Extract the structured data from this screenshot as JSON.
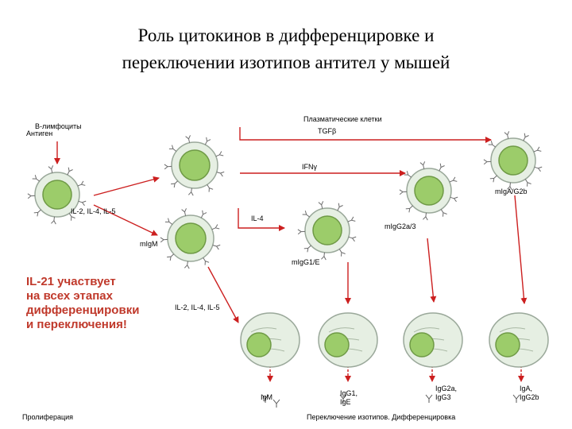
{
  "title": {
    "line1": "Роль цитокинов в дифференцировке и",
    "line2": "переключении изотипов антител у мышей"
  },
  "labels": {
    "b_cells": "В-лимфоциты",
    "antigen": "Антиген",
    "plasma_cells": "Плазматические клетки",
    "tgfb": "TGFβ",
    "ifng": "IFNγ",
    "migA": "mIgA/G2b",
    "il_2_4_5_top": "IL-2, IL-4, IL-5",
    "il4": "IL-4",
    "migG2a": "mIgG2a/3",
    "migM": "mIgM",
    "migG1": "mIgG1/E",
    "il_2_4_5_bottom": "IL-2, IL-4, IL-5",
    "igM": "IgM",
    "igG1_line1": "IgG1,",
    "igG1_line2": "IgE",
    "igG2a_line1": "IgG2a,",
    "igG2a_line2": "IgG3",
    "igA_line1": "IgA,",
    "igA_line2": "IgG2b",
    "proliferation": "Пролиферация",
    "switching": "Переключение изотипов. Дифференцировка"
  },
  "note": {
    "line1": "IL-21 участвует",
    "line2": "на всех этапах",
    "line3": "дифференцировки",
    "line4": "и переключения!"
  },
  "colors": {
    "arrow": "#cc1f1f",
    "membrane": "#9aa89a",
    "cytoplasm": "#e6efe3",
    "nucleus": "#9ccc6a",
    "nucleus_edge": "#6f9a46",
    "note": "#c0392b"
  }
}
